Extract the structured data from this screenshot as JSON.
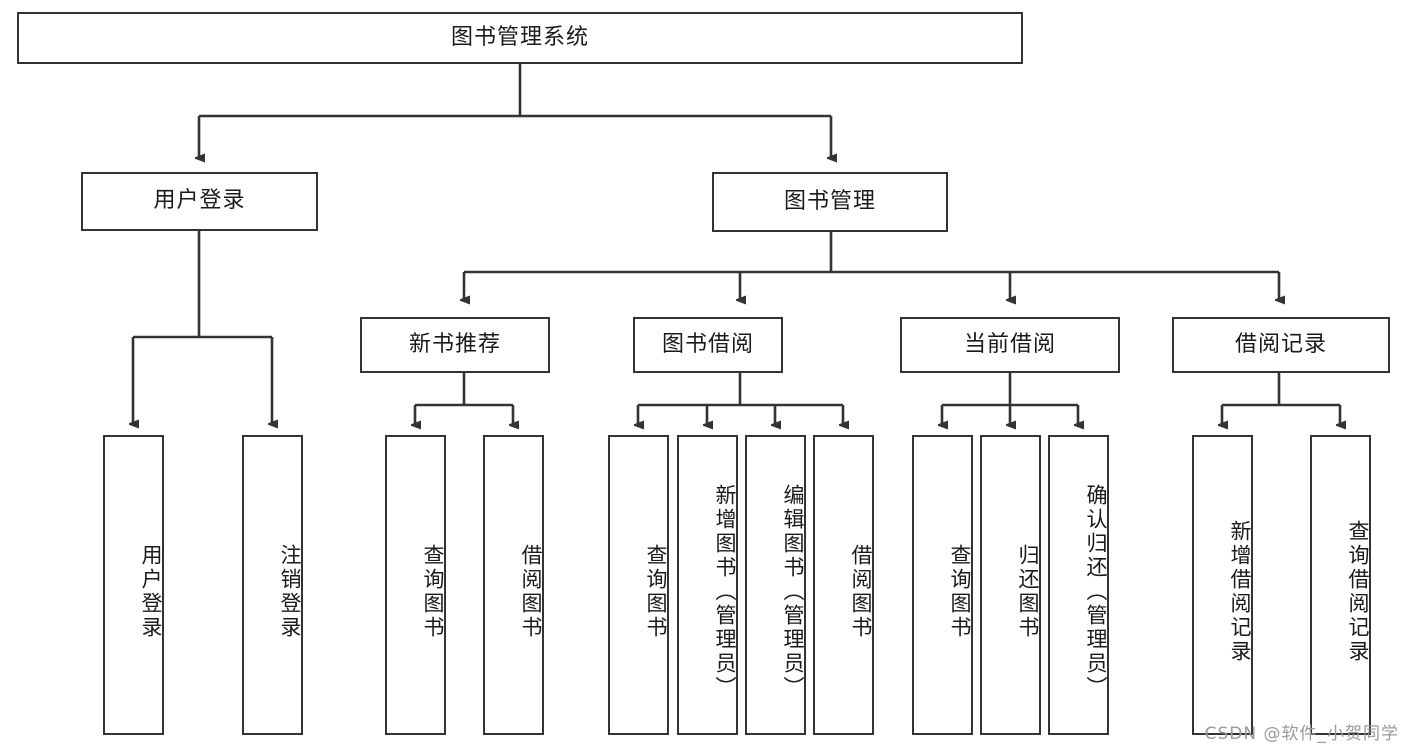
{
  "diagram": {
    "title": "图书管理系统",
    "type": "tree-hierarchy-diagram",
    "colors": {
      "box_border": "#333333",
      "box_fill": "#ffffff",
      "connector": "#333333",
      "text": "#1a1a1a",
      "watermark": "#9a9a9a"
    },
    "root": {
      "label": "图书管理系统"
    },
    "level2": [
      {
        "label": "用户登录"
      },
      {
        "label": "图书管理"
      }
    ],
    "level3": [
      {
        "label": "新书推荐"
      },
      {
        "label": "图书借阅"
      },
      {
        "label": "当前借阅"
      },
      {
        "label": "借阅记录"
      }
    ],
    "leaves_user_login": [
      {
        "label": "用户登录"
      },
      {
        "label": "注销登录"
      }
    ],
    "leaves_new_books": [
      {
        "label": "查询图书"
      },
      {
        "label": "借阅图书"
      }
    ],
    "leaves_borrow": [
      {
        "label": "查询图书"
      },
      {
        "label": "新增图书（管理员）"
      },
      {
        "label": "编辑图书（管理员）"
      },
      {
        "label": "借阅图书"
      }
    ],
    "leaves_current": [
      {
        "label": "查询图书"
      },
      {
        "label": "归还图书"
      },
      {
        "label": "确认归还（管理员）"
      }
    ],
    "leaves_records": [
      {
        "label": "新增借阅记录"
      },
      {
        "label": "查询借阅记录"
      }
    ],
    "watermark": "CSDN @软件_小贺同学"
  }
}
